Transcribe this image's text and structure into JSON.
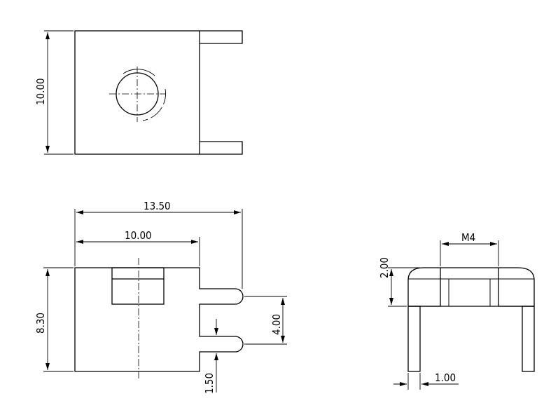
{
  "dimensions": {
    "top_height": "10.00",
    "overall_length": "13.50",
    "body_length": "10.00",
    "body_height": "8.30",
    "slot_pitch": "4.00",
    "slot_width": "1.50",
    "thread": "M4",
    "plate_thickness": "2.00",
    "wall_thickness": "1.00"
  }
}
